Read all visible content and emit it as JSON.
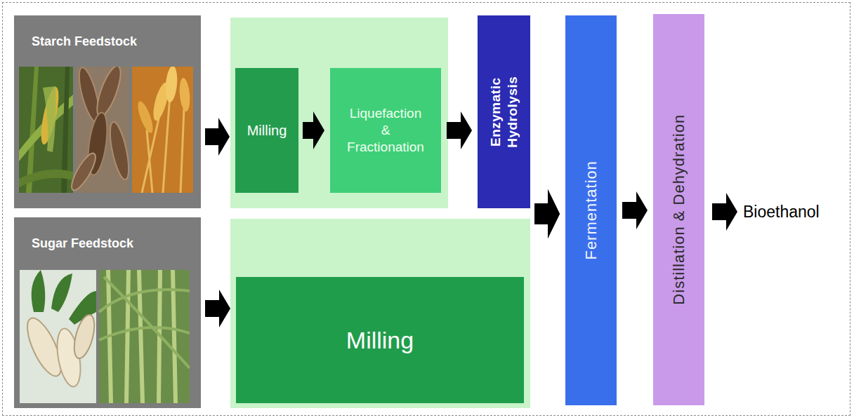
{
  "diagram": {
    "nodes": [
      {
        "text": [
          "Starch Feedstock"
        ]
      },
      {
        "text": [
          "Milling"
        ]
      },
      {
        "text": [
          "Liquefaction & Fractionation"
        ]
      },
      {
        "text": [
          "Enzymatic Hydrolysis"
        ]
      },
      {
        "text": [
          "Sugar Feedstock"
        ]
      },
      {
        "text": [
          "Milling"
        ]
      },
      {
        "text": [
          "Fermentation"
        ]
      },
      {
        "text": [
          "Distillation & Dehydration"
        ]
      },
      {
        "text": [
          "Bioethanol"
        ]
      }
    ],
    "edges": [
      {
        "from": 0,
        "to": 1,
        "arrow": "to"
      },
      {
        "from": 1,
        "to": 2,
        "arrow": "to"
      },
      {
        "from": 2,
        "to": 3,
        "arrow": "to"
      },
      {
        "from": 4,
        "to": 5,
        "arrow": "to"
      },
      {
        "from": 3,
        "to": 6,
        "arrow": "to"
      },
      {
        "from": 5,
        "to": 6,
        "arrow": "to"
      },
      {
        "from": 6,
        "to": 7,
        "arrow": "to"
      },
      {
        "from": 7,
        "to": 8,
        "arrow": "to"
      }
    ]
  }
}
